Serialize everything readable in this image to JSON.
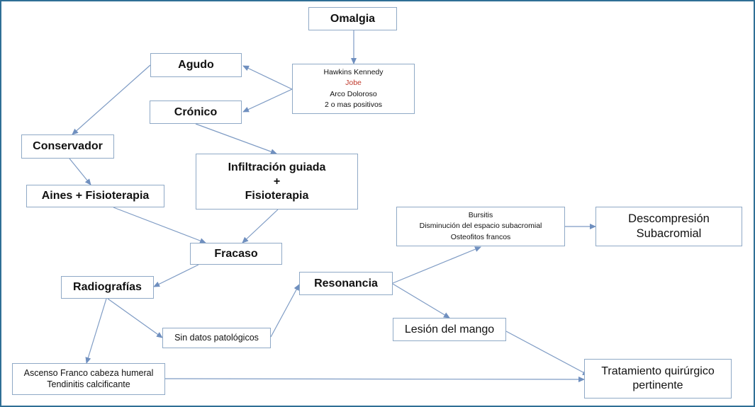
{
  "nodes": {
    "omalgia": "Omalgia",
    "tests": {
      "line1": "Hawkins Kennedy",
      "line2": "Jobe",
      "line3": "Arco Doloroso",
      "line4": "2 o mas positivos"
    },
    "agudo": "Agudo",
    "cronico": "Crónico",
    "conservador": "Conservador",
    "aines": "Aines + Fisioterapia",
    "infiltracion": {
      "line1": "Infiltración guiada",
      "line2": "+",
      "line3": "Fisioterapia"
    },
    "fracaso": "Fracaso",
    "radiografias": "Radiografías",
    "sin_datos": "Sin datos patológicos",
    "resonancia": "Resonancia",
    "hallazgos": {
      "line1": "Bursitis",
      "line2": "Disminución del espacio subacromial",
      "line3": "Osteofitos francos"
    },
    "descompresion": {
      "line1": "Descompresión",
      "line2": "Subacromial"
    },
    "lesion": "Lesión del mango",
    "ascenso": {
      "line1": "Ascenso Franco cabeza humeral",
      "line2": "Tendinitis calcificante"
    },
    "tratamiento": {
      "line1": "Tratamiento quirúrgico",
      "line2": "pertinente"
    }
  },
  "colors": {
    "frame": "#2f6f96",
    "box_border": "#8fa9c6",
    "arrow": "#7e9bc4",
    "highlight_text": "#c0392b"
  }
}
